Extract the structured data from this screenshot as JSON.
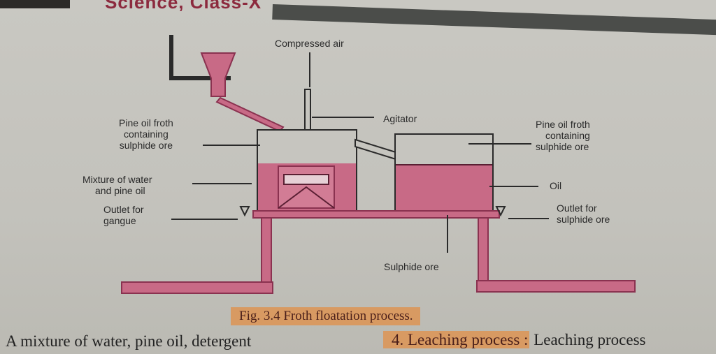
{
  "header": {
    "title": "Science, Class-X"
  },
  "diagram": {
    "labels": {
      "compressed_air": "Compressed air",
      "agitator": "Agitator",
      "froth_left": [
        "Pine oil froth",
        "containing",
        "sulphide ore"
      ],
      "mixture": [
        "Mixture of water",
        "and pine oil"
      ],
      "outlet_gangue": [
        "Outlet for",
        "gangue"
      ],
      "froth_right": [
        "Pine oil froth",
        "containing",
        "sulphide ore"
      ],
      "oil": "Oil",
      "outlet_sulphide": [
        "Outlet for",
        "sulphide ore"
      ],
      "sulphide_ore": "Sulphide ore"
    },
    "colors": {
      "liquid": "#c86a86",
      "outline": "#8a3250",
      "paper": "#c6c5bf"
    }
  },
  "caption": "Fig. 3.4 Froth floatation process.",
  "body": {
    "left": "A mixture of water, pine oil, detergent",
    "right_heading": "4. Leaching process :",
    "right_text": " Leaching process"
  }
}
